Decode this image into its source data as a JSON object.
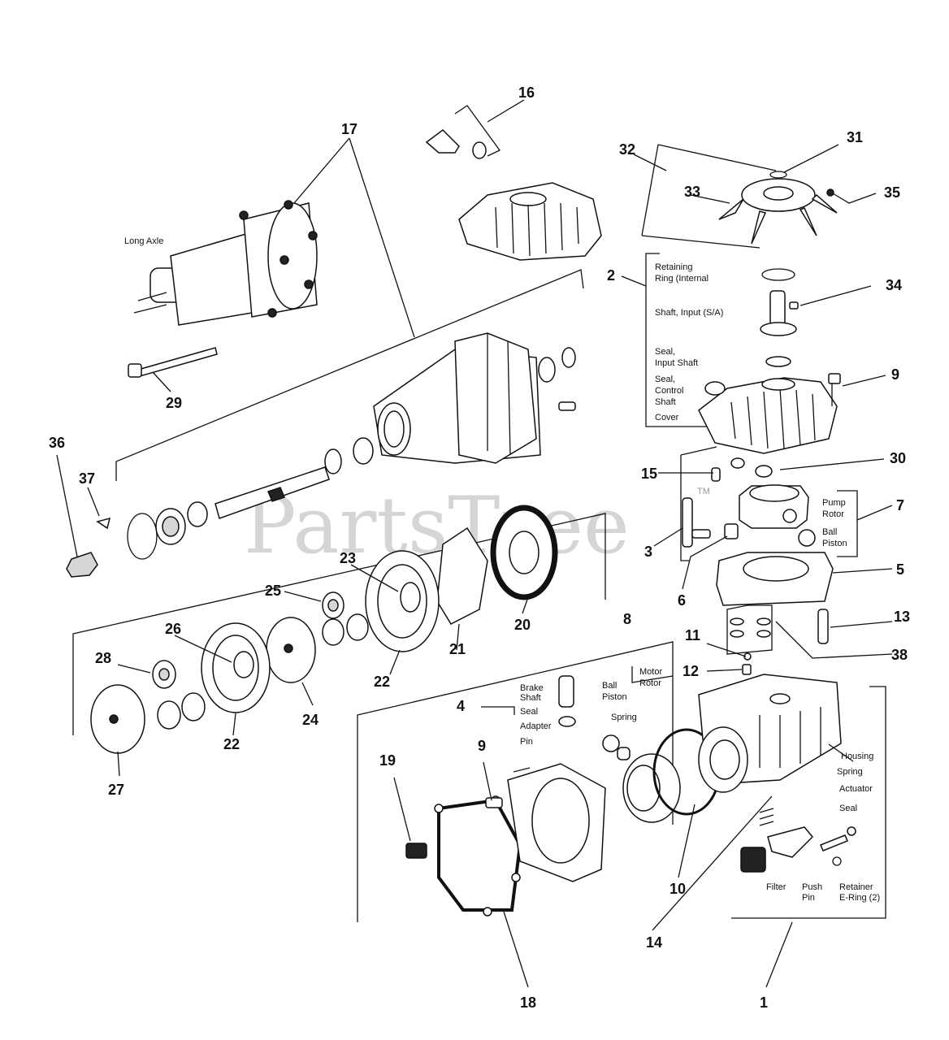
{
  "watermark": {
    "text": "PartsTree",
    "mark": "TM"
  },
  "callouts": {
    "n1": "1",
    "n2": "2",
    "n3": "3",
    "n4": "4",
    "n5": "5",
    "n6": "6",
    "n7": "7",
    "n8": "8",
    "n9a": "9",
    "n9b": "9",
    "n10": "10",
    "n11": "11",
    "n12": "12",
    "n13": "13",
    "n14": "14",
    "n15": "15",
    "n16": "16",
    "n17": "17",
    "n18": "18",
    "n19": "19",
    "n20": "20",
    "n21": "21",
    "n22a": "22",
    "n22b": "22",
    "n23": "23",
    "n24": "24",
    "n25": "25",
    "n26": "26",
    "n27": "27",
    "n28": "28",
    "n29": "29",
    "n30": "30",
    "n31": "31",
    "n32": "32",
    "n33": "33",
    "n34": "34",
    "n35": "35",
    "n36": "36",
    "n37": "37",
    "n38": "38"
  },
  "labels": {
    "long_axle": "Long Axle",
    "retaining_ring_1": "Retaining",
    "retaining_ring_2": "Ring (Internal",
    "shaft_input": "Shaft, Input (S/A)",
    "seal_input_1": "Seal,",
    "seal_input_2": "Input Shaft",
    "seal_control_1": "Seal,",
    "seal_control_2": "Control",
    "seal_control_3": "Shaft",
    "cover": "Cover",
    "pump_rotor_1": "Pump",
    "pump_rotor_2": "Rotor",
    "ball_piston_r1": "Ball",
    "ball_piston_r2": "Piston",
    "brake_shaft_1": "Brake",
    "brake_shaft_2": "Shaft",
    "seal_brake": "Seal",
    "adapter": "Adapter",
    "pin": "Pin",
    "ball_piston_m1": "Ball",
    "ball_piston_m2": "Piston",
    "spring_m": "Spring",
    "motor_rotor_1": "Motor",
    "motor_rotor_2": "Rotor",
    "housing": "Housing",
    "spring_h": "Spring",
    "actuator": "Actuator",
    "seal_h": "Seal",
    "filter": "Filter",
    "push_pin_1": "Push",
    "push_pin_2": "Pin",
    "retainer_1": "Retainer",
    "retainer_2": "E-Ring (2)"
  }
}
